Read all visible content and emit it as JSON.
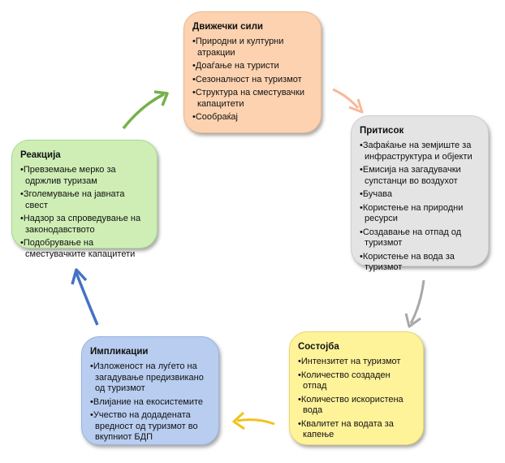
{
  "boxes": {
    "driving": {
      "title": "Движечки сили",
      "items": [
        "Природни и културни атракции",
        "Доаѓање на туристи",
        "Сезоналност на туризмот",
        "Структура на сместувачки капацитети",
        "Сообраќај"
      ]
    },
    "pressure": {
      "title": "Притисок",
      "items": [
        "Зафаќање на земјиште за инфраструктура и објекти",
        "Емисија на загадувачки супстанци во воздухот",
        "Бучава",
        "Користење на природни ресурси",
        "Создавање на отпад од туризмот",
        "Користење на вода за туризмот"
      ]
    },
    "state": {
      "title": "Состојба",
      "items": [
        "Интензитет на туризмот",
        "Количество создаден отпад",
        "Количество искористена вода",
        "Квалитет на водата за капење"
      ]
    },
    "implications": {
      "title": "Импликации",
      "items": [
        "Изложеност на луѓето на загадување предизвикано од туризмот",
        "Влијание на екосистемите",
        "Учество на додадената вредност од туризмот во вкупниот БДП"
      ]
    },
    "response": {
      "title": "Реакција",
      "items": [
        "Превземање мерко за одржлив туризам",
        "Зголемување на јавната свест",
        "Надзор за спроведување на законодавството",
        "Подобрување на сместувачките капацитети"
      ]
    }
  },
  "colors": {
    "driving_fill": "#fcd2b0",
    "pressure_fill": "#e4e4e4",
    "state_fill": "#fff39a",
    "implications_fill": "#b8cdf0",
    "response_fill": "#cfeeb6",
    "arrow_driving_to_pressure": "#f7b896",
    "arrow_pressure_to_state": "#a8a8a8",
    "arrow_state_to_implications": "#f2c21c",
    "arrow_implications_to_response": "#4472c4",
    "arrow_response_to_driving": "#77b04a"
  }
}
